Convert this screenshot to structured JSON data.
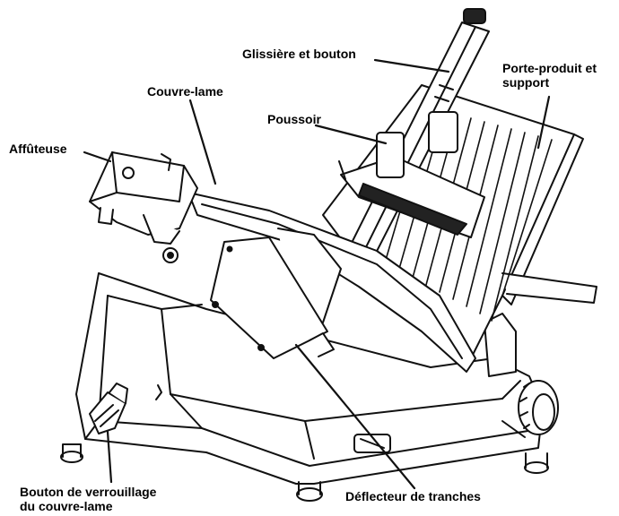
{
  "labels": {
    "glissiere": "Glissière et bouton",
    "porte_line1": "Porte-produit et",
    "porte_line2": "support",
    "couvre_lame": "Couvre-lame",
    "poussoir": "Poussoir",
    "affuteuse": "Affûteuse",
    "verrou_line1": "Bouton de verrouillage",
    "verrou_line2": "du couvre-lame",
    "deflecteur": "Déflecteur de tranches"
  }
}
